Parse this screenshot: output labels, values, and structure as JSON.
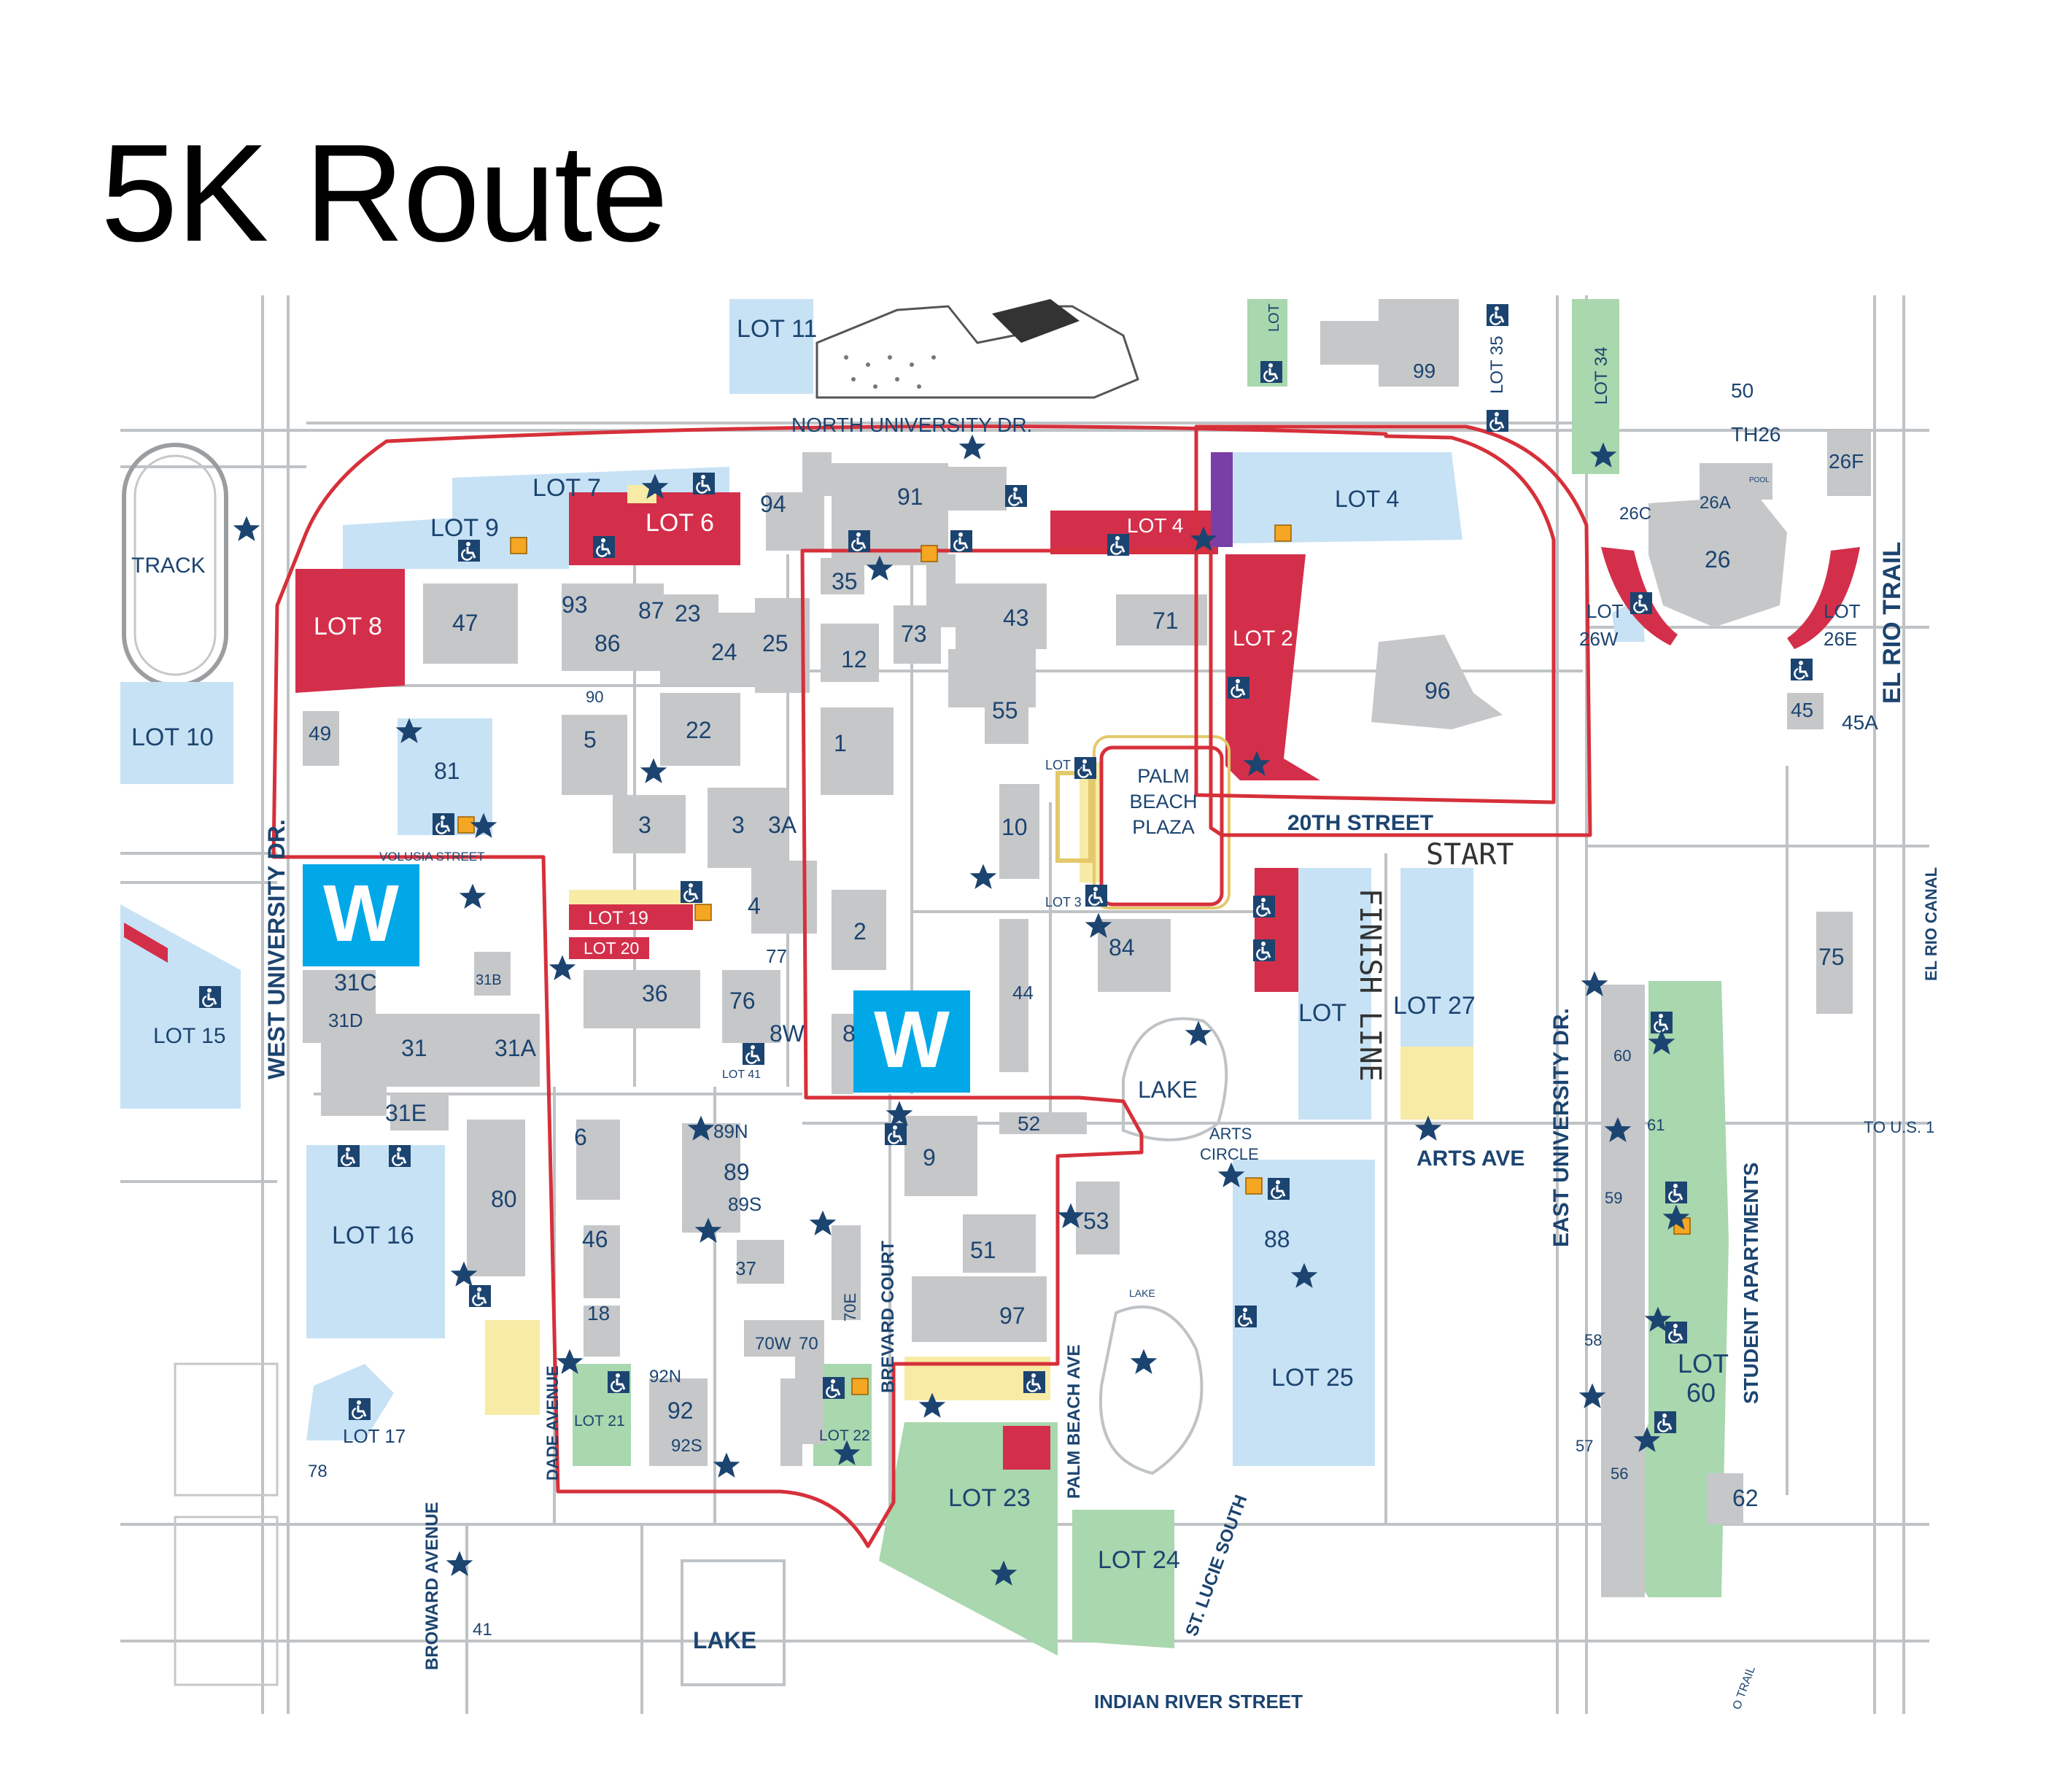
{
  "title": "5K Route",
  "colors": {
    "building": "#c6c7c9",
    "parking_blue": "#c7e2f5",
    "parking_red": "#d32f4a",
    "green": "#a9d7ae",
    "yellow": "#f7eba5",
    "route": "#d6303a",
    "water_station": "#00a8e8",
    "label": "#1c4470",
    "star": "#1c4470",
    "orange": "#f5a623",
    "purple": "#7a3fa6"
  },
  "icons": {
    "star": "landmark-star-icon",
    "accessible": "wheelchair-icon",
    "water": "water-station-icon"
  },
  "markers": {
    "start": "START",
    "finish": "FINISH LINE",
    "water": "W"
  },
  "streets": {
    "north": "NORTH UNIVERSITY DR.",
    "west": "WEST UNIVERSITY DR.",
    "east": "EAST UNIVERSITY DR.",
    "twentieth": "20TH STREET",
    "arts": "ARTS AVE",
    "indian": "INDIAN RIVER STREET",
    "broward_ave": "BROWARD AVENUE",
    "dade": "DADE AVENUE",
    "brevard": "BREVARD COURT",
    "palm_beach_ave": "PALM BEACH AVE",
    "st_lucie": "ST. LUCIE SOUTH",
    "volusia": "VOLUSIA STREET",
    "el_rio_trail": "EL RIO TRAIL",
    "el_rio_canal": "EL RIO CANAL",
    "to_us1": "TO U.S. 1",
    "student_apts": "STUDENT APARTMENTS",
    "o_trail": "O TRAIL"
  },
  "places": {
    "track": "TRACK",
    "palm_beach_plaza": [
      "PALM",
      "BEACH",
      "PLAZA"
    ],
    "lake1": "LAKE",
    "lake2": "LAKE",
    "lake3": "LAKE",
    "arts_circle": [
      "ARTS",
      "CIRCLE"
    ],
    "pool": "POOL"
  },
  "lots": {
    "lot11": "LOT 11",
    "lot7": "LOT 7",
    "lot9": "LOT 9",
    "lot6": "LOT 6",
    "lot4": "LOT 4",
    "lot4b": "LOT 4",
    "lot8": "LOT 8",
    "lot2": "LOT 2",
    "lot10": "LOT 10",
    "lot3a": "LOT 3",
    "lot3b": "LOT 3",
    "lot19": "LOT 19",
    "lot20": "LOT 20",
    "lot15": "LOT 15",
    "lot41": "LOT 41",
    "lot16": "LOT 16",
    "lot17": "LOT 17",
    "lot21": "LOT 21",
    "lot22": "LOT 22",
    "lot23": "LOT 23",
    "lot24": "LOT 24",
    "lot25": "LOT 25",
    "lot27": "LOT 27",
    "lot1": "LOT",
    "lot26w_a": "LOT",
    "lot26w_b": "26W",
    "lot26e_a": "LOT",
    "lot26e_b": "26E",
    "lot34": "LOT 34",
    "lot35": "LOT 35",
    "lot_top": "LOT",
    "lot60_a": "LOT",
    "lot60_b": "60"
  },
  "buildings": {
    "b94": "94",
    "b91": "91",
    "b47": "47",
    "b93": "93",
    "b87": "87",
    "b23": "23",
    "b86": "86",
    "b24": "24",
    "b25": "25",
    "b35": "35",
    "b12": "12",
    "b73": "73",
    "b43": "43",
    "b71": "71",
    "b96": "96",
    "b90": "90",
    "b5": "5",
    "b22": "22",
    "b1": "1",
    "b55": "55",
    "b49": "49",
    "b81": "81",
    "b3": "3",
    "b3b": "3",
    "b3a": "3A",
    "b10": "10",
    "b4": "4",
    "b77": "77",
    "b2": "2",
    "b36": "36",
    "b76": "76",
    "b8w": "8W",
    "b8": "8",
    "b44": "44",
    "b84": "84",
    "b31c": "31C",
    "b31b": "31B",
    "b31d": "31D",
    "b31": "31",
    "b31a": "31A",
    "b31e": "31E",
    "b6": "6",
    "b89n": "89N",
    "b89": "89",
    "b89s": "89S",
    "b9": "9",
    "b52": "52",
    "b80": "80",
    "b46": "46",
    "b37": "37",
    "b53": "53",
    "b51": "51",
    "b18": "18",
    "b70e": "70E",
    "b70w": "70W",
    "b70": "70",
    "b97": "97",
    "b88": "88",
    "b92n": "92N",
    "b92": "92",
    "b92s": "92S",
    "b78": "78",
    "b41": "41",
    "b99": "99",
    "b50": "50",
    "th26": "TH26",
    "b26f": "26F",
    "b26c": "26C",
    "b26a": "26A",
    "b26": "26",
    "b45": "45",
    "b45a": "45A",
    "b75": "75",
    "b60": "60",
    "b61": "61",
    "b59": "59",
    "b58": "58",
    "b57": "57",
    "b56": "56",
    "b62": "62"
  }
}
